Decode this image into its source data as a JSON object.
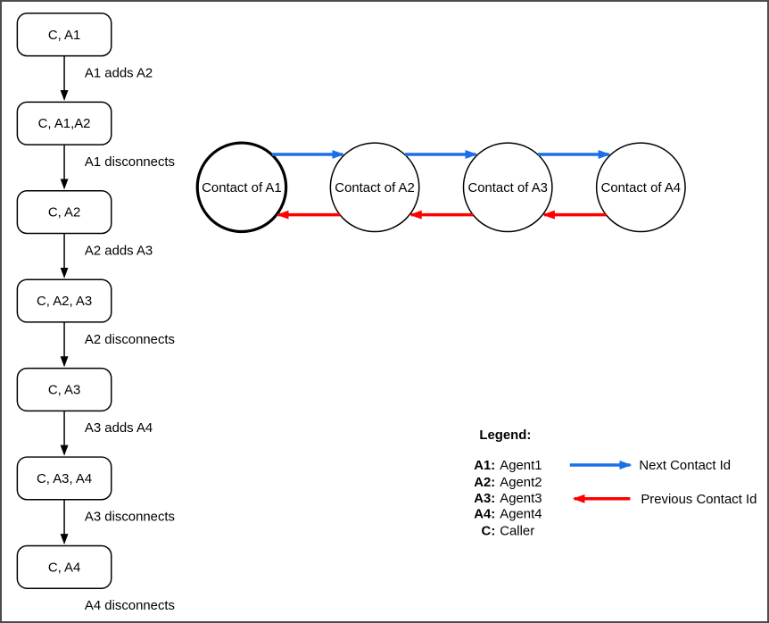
{
  "window": {
    "background": "#ffffff",
    "border_color": "#4d4d4d"
  },
  "colors": {
    "next_arrow": "#1a6fe8",
    "previous_arrow": "#ff0000",
    "shape_stroke": "#000000"
  },
  "flowchart": {
    "states": [
      "C, A1",
      "C, A1,A2",
      "C, A2",
      "C, A2, A3",
      "C, A3",
      "C, A3, A4",
      "C, A4"
    ],
    "transitions": [
      "A1 adds A2",
      "A1 disconnects",
      "A2 adds A3",
      "A2 disconnects",
      "A3 adds A4",
      "A3 disconnects",
      "A4 disconnects"
    ]
  },
  "contact_chain": {
    "nodes": [
      "Contact of A1",
      "Contact of A2",
      "Contact of A3",
      "Contact of A4"
    ]
  },
  "legend": {
    "title": "Legend:",
    "entries": [
      {
        "key": "A1:",
        "value": "Agent1"
      },
      {
        "key": "A2:",
        "value": "Agent2"
      },
      {
        "key": "A3:",
        "value": "Agent3"
      },
      {
        "key": "A4:",
        "value": "Agent4"
      },
      {
        "key": "C:",
        "value": "Caller"
      }
    ],
    "next_label": "Next Contact Id",
    "previous_label": "Previous Contact Id"
  }
}
